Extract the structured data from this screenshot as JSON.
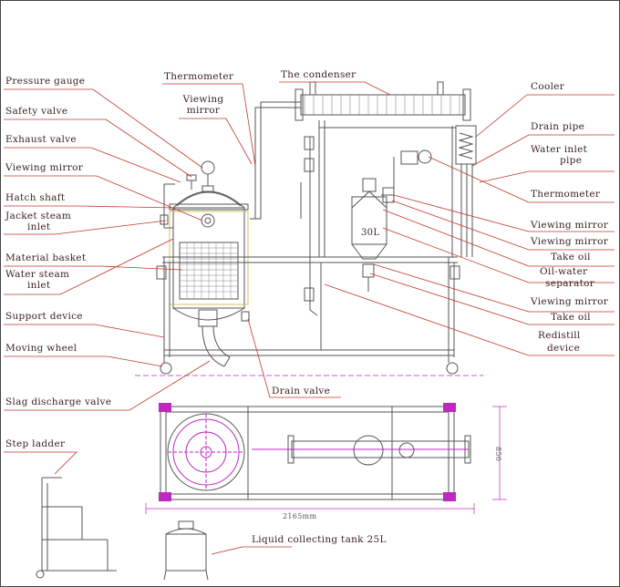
{
  "labels": {
    "pressure_gauge": "Pressure gauge",
    "safety_valve": "Safety valve",
    "exhaust_valve": "Exhaust valve",
    "viewing_mirror_left": "Viewing mirror",
    "hatch_shaft": "Hatch shaft",
    "jacket_steam_inlet_1": "Jacket steam",
    "jacket_steam_inlet_2": "inlet",
    "material_basket": "Material basket",
    "water_steam_inlet_1": "Water steam",
    "water_steam_inlet_2": "inlet",
    "support_device": "Support device",
    "moving_wheel": "Moving wheel",
    "slag_discharge_valve": "Slag discharge valve",
    "step_ladder": "Step ladder",
    "thermometer_top": "Thermometer",
    "viewing_mirror_top_1": "Viewing",
    "viewing_mirror_top_2": "mirror",
    "condenser": "The condenser",
    "cooler": "Cooler",
    "drain_pipe": "Drain pipe",
    "water_inlet_pipe_1": "Water inlet",
    "water_inlet_pipe_2": "pipe",
    "thermometer_right": "Thermometer",
    "viewing_mirror_r1": "Viewing mirror",
    "viewing_mirror_r2": "Viewing mirror",
    "take_oil_1": "Take oil",
    "oil_water_separator_1": "Oil-water",
    "oil_water_separator_2": "separator",
    "viewing_mirror_r3": "Viewing mirror",
    "take_oil_2": "Take oil",
    "redistill_device_1": "Redistill",
    "redistill_device_2": "device",
    "drain_valve": "Drain valve",
    "liquid_collecting_tank": "Liquid collecting tank  25L",
    "separator_volume": "30L",
    "dim_width": "2165mm",
    "dim_height": "850"
  },
  "colors": {
    "label_text": "#3a1f1f",
    "leader_line": "#c0392b",
    "drawing_line": "#555555",
    "magenta_detail": "#c026c0",
    "yellow_jacket": "#d4c45a",
    "dimension_line": "#c026c0"
  }
}
